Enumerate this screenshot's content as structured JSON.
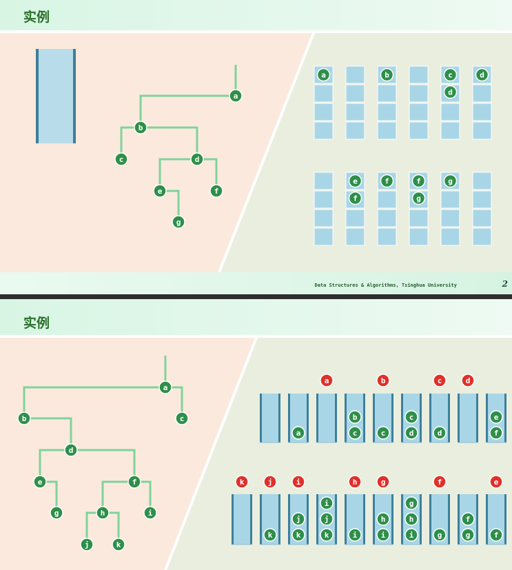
{
  "slide1": {
    "title": "实例",
    "footer": "Data Structures & Algorithms, Tsinghua University",
    "page_number": "2",
    "tree_nodes": [
      "a",
      "b",
      "c",
      "d",
      "e",
      "f",
      "g"
    ],
    "stacks_row1": [
      [
        "a"
      ],
      [],
      [
        "b"
      ],
      [],
      [
        "c",
        "d"
      ],
      [
        "d"
      ]
    ],
    "stacks_row2": [
      [],
      [
        "e",
        "f"
      ],
      [
        "f"
      ],
      [
        "f",
        "g"
      ],
      [
        "g"
      ],
      []
    ]
  },
  "slide2": {
    "title": "实例",
    "tree_nodes": [
      "a",
      "b",
      "c",
      "d",
      "e",
      "f",
      "g",
      "h",
      "i",
      "j",
      "k"
    ],
    "row1_marks": [
      "a",
      "b",
      "c",
      "d"
    ],
    "row1_stacks": [
      [],
      [
        "a"
      ],
      [],
      [
        "c",
        "b"
      ],
      [
        "c"
      ],
      [
        "d",
        "c"
      ],
      [
        "d"
      ],
      [],
      [
        "f",
        "e"
      ]
    ],
    "row2_marks": [
      "k",
      "j",
      "i",
      "h",
      "g",
      "f",
      "e"
    ],
    "row2_stacks": [
      [],
      [
        "k"
      ],
      [
        "k",
        "j"
      ],
      [
        "k",
        "j",
        "i"
      ],
      [
        "i"
      ],
      [
        "i",
        "h"
      ],
      [
        "i",
        "h",
        "g"
      ],
      [
        "g"
      ],
      [
        "g",
        "f"
      ],
      [
        "f"
      ]
    ]
  },
  "colors": {
    "node_green": "#2f8f4a",
    "line_green": "#7fd39a",
    "mark_red": "#e0302a",
    "stack_blue": "#a9d6e6",
    "right_bg": "#eaeedf",
    "left_bg": "#fbe9dd"
  }
}
